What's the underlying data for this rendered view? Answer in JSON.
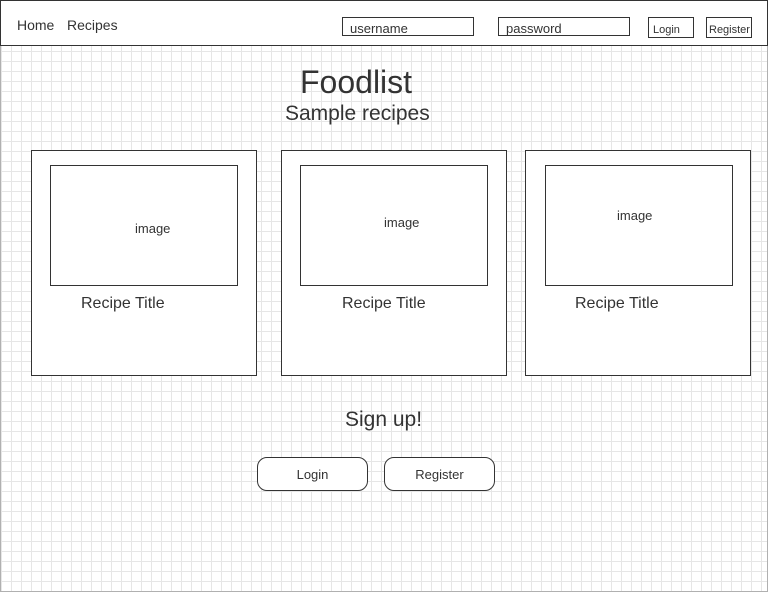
{
  "nav": {
    "home_label": "Home",
    "recipes_label": "Recipes",
    "username_placeholder": "username",
    "password_placeholder": "password",
    "login_label": "Login",
    "register_label": "Register"
  },
  "hero": {
    "title": "Foodlist",
    "subtitle": "Sample recipes"
  },
  "recipes": [
    {
      "image_label": "image",
      "title": "Recipe Title"
    },
    {
      "image_label": "image",
      "title": "Recipe Title"
    },
    {
      "image_label": "image",
      "title": "Recipe Title"
    }
  ],
  "signup": {
    "heading": "Sign up!",
    "login_label": "Login",
    "register_label": "Register"
  },
  "colors": {
    "stroke": "#333333",
    "grid": "#e6e6e6",
    "background": "#ffffff"
  }
}
